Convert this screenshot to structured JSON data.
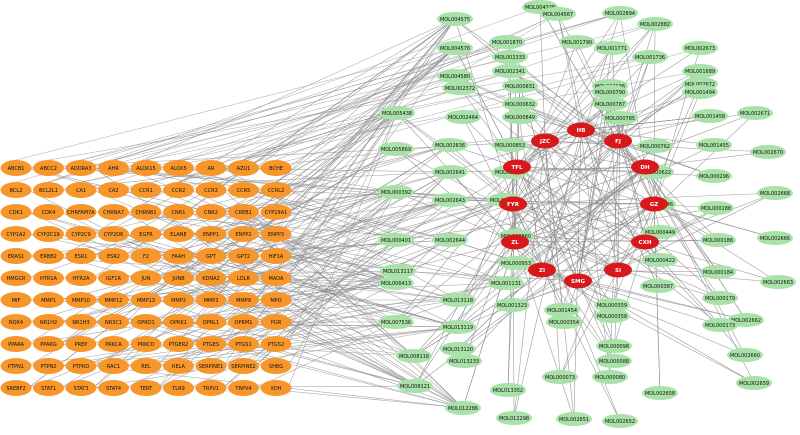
{
  "colors": {
    "target": "#f7962b",
    "compound": "#a8e2a8",
    "herb": "#d7191c",
    "edge": "#8c8c8c",
    "background": "#ffffff"
  },
  "targets": [
    [
      "ABCB1",
      "ABCC2",
      "ADORA3",
      "AHR",
      "ALOX15",
      "ALOX5",
      "AR",
      "AZU1",
      "BCHE"
    ],
    [
      "BCL2",
      "BCL2L1",
      "CA1",
      "CA2",
      "CCR1",
      "CCR2",
      "CCR3",
      "CCR5",
      "CCRL2"
    ],
    [
      "CDK1",
      "CDK4",
      "CHRFAM7A",
      "CHRNA7",
      "CHRNB1",
      "CNR1",
      "CNR2",
      "CREB1",
      "CYP19A1"
    ],
    [
      "CYP1A2",
      "CYP2C19",
      "CYP2C9",
      "CYP2D6",
      "EGFR",
      "ELANE",
      "ENPP1",
      "ENPP2",
      "ENPP3"
    ],
    [
      "ERAS1",
      "ERBB2",
      "ESR1",
      "ESR2",
      "F2",
      "FAAH",
      "GPT",
      "GPT2",
      "HIF1A"
    ],
    [
      "HMGCR",
      "HTR1A",
      "HTR2A",
      "IGF1R",
      "JUN",
      "JUNB",
      "KDNA2",
      "LDLR",
      "MAOA"
    ],
    [
      "MIF",
      "MMP1",
      "MMP10",
      "MMP12",
      "MMP13",
      "MMP2",
      "MMP3",
      "MMP9",
      "MPO"
    ],
    [
      "NQK4",
      "NR1H2",
      "NR1H3",
      "NR3C1",
      "OPRD1",
      "OPRK1",
      "OPRL1",
      "OPRM1",
      "PGR"
    ],
    [
      "PPARA",
      "PPARG",
      "PREP",
      "PRKCA",
      "PRKCD",
      "PTGER2",
      "PTGES",
      "PTGS1",
      "PTGS2"
    ],
    [
      "PTPN1",
      "PTPN2",
      "PTPRD",
      "RAC1",
      "REL",
      "RELA",
      "SERPINE1",
      "SERPINE2",
      "SHBG"
    ],
    [
      "SREBF2",
      "STAT1",
      "STAT3",
      "STAT4",
      "TERT",
      "TLR9",
      "TRPV1",
      "TRPV4",
      "XDH"
    ]
  ],
  "herbs": [
    {
      "label": "HB"
    },
    {
      "label": "JZC"
    },
    {
      "label": "FJ"
    },
    {
      "label": "TFL"
    },
    {
      "label": "DH"
    },
    {
      "label": "FYR"
    },
    {
      "label": "GZ"
    },
    {
      "label": "ZL"
    },
    {
      "label": "CXH"
    },
    {
      "label": "ZI"
    },
    {
      "label": "SI"
    },
    {
      "label": "SMG"
    }
  ],
  "compounds": [
    {
      "label": "MOL004328"
    },
    {
      "label": "MOL004567"
    },
    {
      "label": "MOL002894"
    },
    {
      "label": "MOL004575"
    },
    {
      "label": "MOL002882"
    },
    {
      "label": "MOL004576"
    },
    {
      "label": "MOL001870"
    },
    {
      "label": "MOL001790"
    },
    {
      "label": "MOL001771"
    },
    {
      "label": "MOL002673"
    },
    {
      "label": "MOL002333"
    },
    {
      "label": "MOL001736"
    },
    {
      "label": "MOL002341"
    },
    {
      "label": "MOL001689"
    },
    {
      "label": "MOL004580"
    },
    {
      "label": "MOL000831"
    },
    {
      "label": "MOL002672"
    },
    {
      "label": "MOL002372"
    },
    {
      "label": "MOL002636"
    },
    {
      "label": "MOL000790"
    },
    {
      "label": "MOL001494"
    },
    {
      "label": "MOL000632"
    },
    {
      "label": "MOL000787"
    },
    {
      "label": "MOL002671"
    },
    {
      "label": "MOL005438"
    },
    {
      "label": "MOL002464"
    },
    {
      "label": "MOL000849"
    },
    {
      "label": "MOL000785"
    },
    {
      "label": "MOL001458"
    },
    {
      "label": "MOL005869"
    },
    {
      "label": "MOL002636"
    },
    {
      "label": "MOL000853"
    },
    {
      "label": "MOL000762"
    },
    {
      "label": "MOL001455"
    },
    {
      "label": "MOL002670"
    },
    {
      "label": "MOL002641"
    },
    {
      "label": "MOL000854"
    },
    {
      "label": "MOL000622"
    },
    {
      "label": "MOL000296"
    },
    {
      "label": "MOL000392"
    },
    {
      "label": "MOL002643"
    },
    {
      "label": "MOL000690"
    },
    {
      "label": "MOL002668"
    },
    {
      "label": "MOL000546"
    },
    {
      "label": "MOL000188"
    },
    {
      "label": "MOL000401"
    },
    {
      "label": "MOL002644"
    },
    {
      "label": "MOL000860"
    },
    {
      "label": "MOL000449"
    },
    {
      "label": "MOL000186"
    },
    {
      "label": "MOL002666"
    },
    {
      "label": "MOL013117"
    },
    {
      "label": "MOL000953"
    },
    {
      "label": "MOL000422"
    },
    {
      "label": "MOL000184"
    },
    {
      "label": "MOL002663"
    },
    {
      "label": "MOL006413"
    },
    {
      "label": "MOL001131"
    },
    {
      "label": "MOL000387"
    },
    {
      "label": "MOL000179"
    },
    {
      "label": "MOL013118"
    },
    {
      "label": "MOL001323"
    },
    {
      "label": "MOL000359"
    },
    {
      "label": "MOL001454"
    },
    {
      "label": "MOL000358"
    },
    {
      "label": "MOL002662"
    },
    {
      "label": "MOL007536"
    },
    {
      "label": "MOL013119"
    },
    {
      "label": "MOL000354"
    },
    {
      "label": "MOL000173"
    },
    {
      "label": "MOL000098"
    },
    {
      "label": "MOL013120"
    },
    {
      "label": "MOL002660"
    },
    {
      "label": "MOL008118"
    },
    {
      "label": "MOL013233"
    },
    {
      "label": "MOL000088"
    },
    {
      "label": "MOL000073"
    },
    {
      "label": "MOL000080"
    },
    {
      "label": "MOL002659"
    },
    {
      "label": "MOL008121"
    },
    {
      "label": "MOL013352"
    },
    {
      "label": "MOL002658"
    },
    {
      "label": "MOL012286"
    },
    {
      "label": "MOL012298"
    },
    {
      "label": "MOL002651"
    },
    {
      "label": "MOL002652"
    }
  ]
}
